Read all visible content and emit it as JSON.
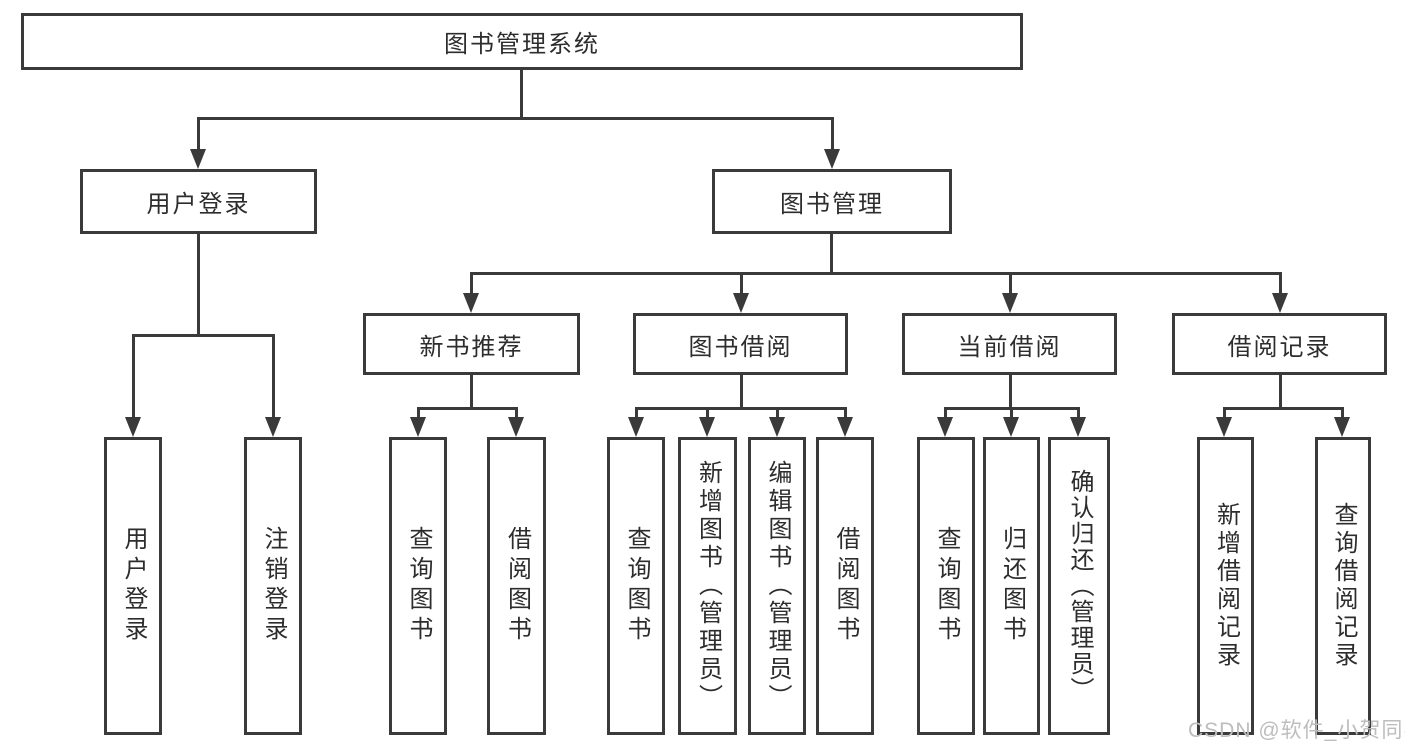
{
  "diagram": {
    "title_node": {
      "label": "图书管理系统"
    },
    "level2": [
      {
        "label": "用户登录"
      },
      {
        "label": "图书管理"
      }
    ],
    "level3": [
      {
        "label": "新书推荐",
        "parent": "图书管理"
      },
      {
        "label": "图书借阅",
        "parent": "图书管理"
      },
      {
        "label": "当前借阅",
        "parent": "图书管理"
      },
      {
        "label": "借阅记录",
        "parent": "图书管理"
      }
    ],
    "leaves": [
      {
        "label": "用户登录",
        "parent": "用户登录"
      },
      {
        "label": "注销登录",
        "parent": "用户登录"
      },
      {
        "label": "查询图书",
        "parent": "新书推荐"
      },
      {
        "label": "借阅图书",
        "parent": "新书推荐"
      },
      {
        "label": "查询图书",
        "parent": "图书借阅"
      },
      {
        "label": "新增图书（管理员）",
        "parent": "图书借阅"
      },
      {
        "label": "编辑图书（管理员）",
        "parent": "图书借阅"
      },
      {
        "label": "借阅图书",
        "parent": "图书借阅"
      },
      {
        "label": "查询图书",
        "parent": "当前借阅"
      },
      {
        "label": "归还图书",
        "parent": "当前借阅"
      },
      {
        "label": "确认归还（管理员）",
        "parent": "当前借阅"
      },
      {
        "label": "新增借阅记录",
        "parent": "借阅记录"
      },
      {
        "label": "查询借阅记录",
        "parent": "借阅记录"
      }
    ]
  },
  "watermark": {
    "text": "CSDN @软件_小贺同学"
  },
  "colors": {
    "line": "#3a3a3a",
    "text": "#2d2d2d",
    "watermark": "#bdbdbd",
    "background": "#ffffff"
  }
}
